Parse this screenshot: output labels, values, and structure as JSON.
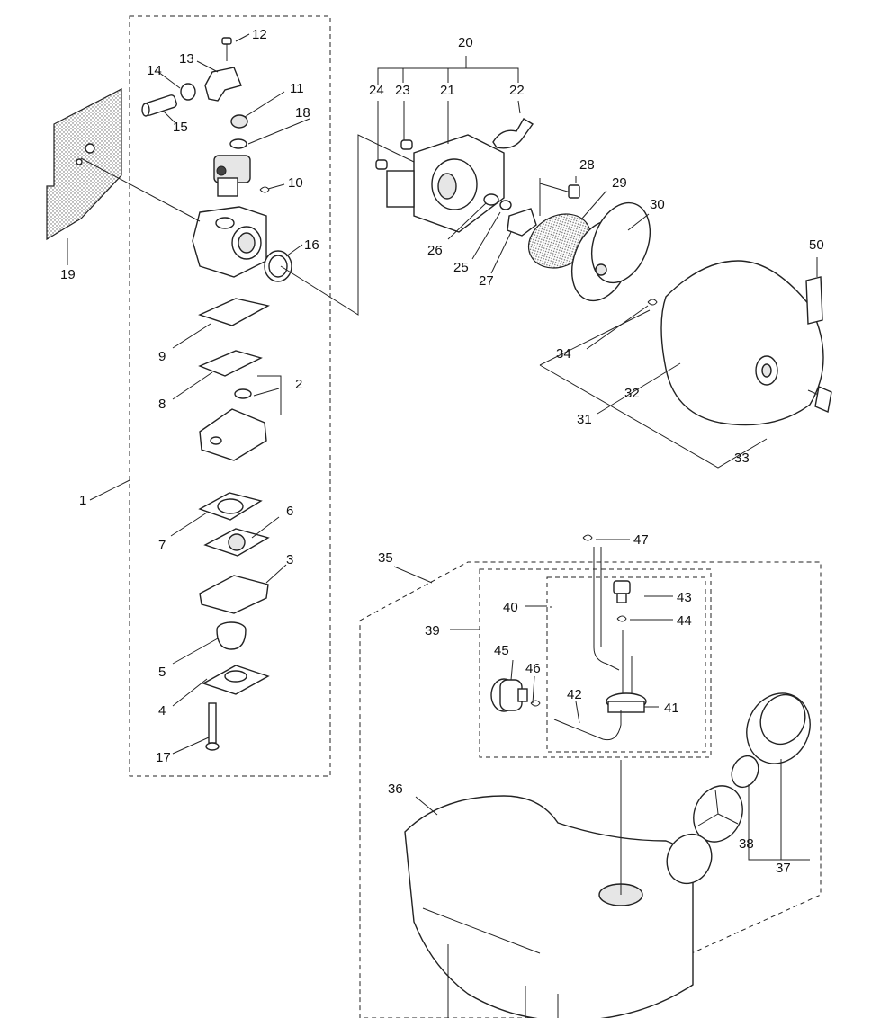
{
  "labels": {
    "p1": "1",
    "p2": "2",
    "p3": "3",
    "p4": "4",
    "p5": "5",
    "p6": "6",
    "p7": "7",
    "p8": "8",
    "p9": "9",
    "p10": "10",
    "p11": "11",
    "p12": "12",
    "p13": "13",
    "p14": "14",
    "p15": "15",
    "p16": "16",
    "p17": "17",
    "p18": "18",
    "p19": "19",
    "p20": "20",
    "p21": "21",
    "p22": "22",
    "p23": "23",
    "p24": "24",
    "p25": "25",
    "p26": "26",
    "p27": "27",
    "p28": "28",
    "p29": "29",
    "p30": "30",
    "p31": "31",
    "p32": "32",
    "p33": "33",
    "p34": "34",
    "p35": "35",
    "p36": "36",
    "p37": "37",
    "p38": "38",
    "p39": "39",
    "p40": "40",
    "p41": "41",
    "p42": "42",
    "p43": "43",
    "p44": "44",
    "p45": "45",
    "p46": "46",
    "p47": "47",
    "p50": "50"
  }
}
